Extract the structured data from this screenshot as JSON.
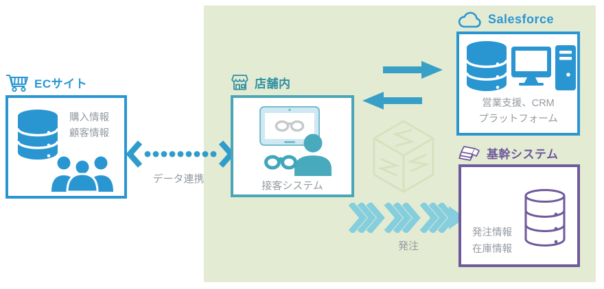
{
  "diagram": {
    "kind": "system-integration-diagram",
    "watermark_icon": "s-cube-logo"
  },
  "colors": {
    "blue": "#2996d2",
    "teal_border": "#4aa6b6",
    "teal_title": "#2e8fa0",
    "teal_fill": "#49a9bd",
    "purple": "#6e5a9b",
    "panel_green": "#e4ebd3",
    "arrow_blue": "#38a0c7",
    "chevron_teal": "#85cedd",
    "text_gray": "#949aa0"
  },
  "nodes": {
    "ec": {
      "title": "ECサイト",
      "icon": "shopping-cart-icon",
      "info_lines": [
        "購入情報",
        "顧客情報"
      ]
    },
    "store": {
      "title": "店舗内",
      "icon": "storefront-icon",
      "system_label": "接客システム"
    },
    "salesforce": {
      "title": "Salesforce",
      "icon": "cloud-icon",
      "desc_lines": [
        "営業支援、CRM",
        "プラットフォーム"
      ]
    },
    "core": {
      "title": "基幹システム",
      "icon": "stacked-documents-icon",
      "info_lines": [
        "発注情報",
        "在庫情報"
      ]
    }
  },
  "arrows": {
    "data_link": {
      "label": "データ連携",
      "type": "dotted-double-arrow"
    },
    "sync": {
      "type": "bidirectional-arrows"
    },
    "order": {
      "label": "発注",
      "type": "chevron-arrow"
    }
  }
}
